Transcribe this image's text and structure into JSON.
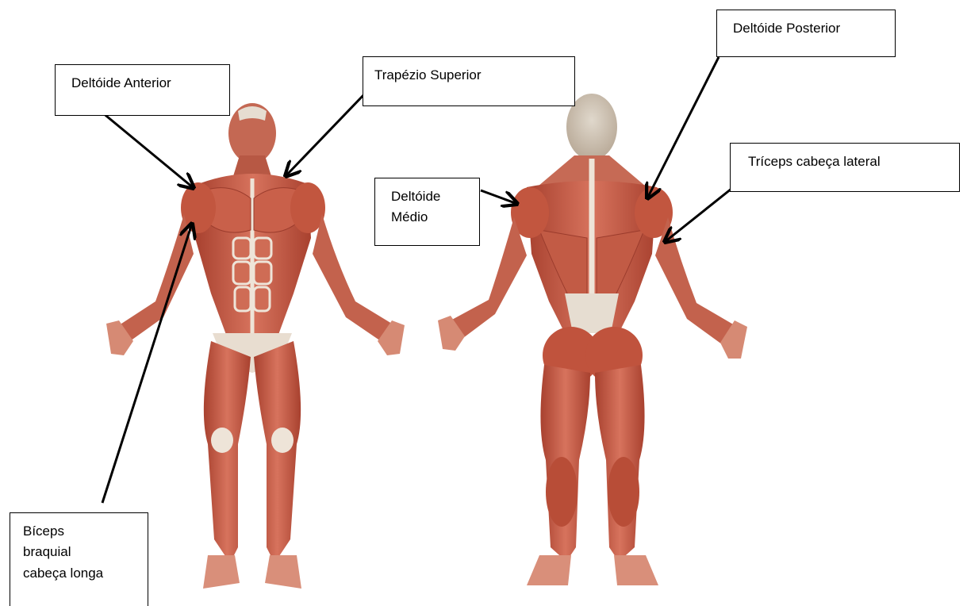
{
  "labels": {
    "deltoide_anterior": "Deltóide Anterior",
    "trapezio_superior": "Trapézio Superior",
    "deltoide_posterior": "Deltóide Posterior",
    "triceps_lateral": "Tríceps cabeça lateral",
    "deltoide_medio_line1": "Deltóide",
    "deltoide_medio_line2": "Médio",
    "biceps_line1": "Bíceps",
    "biceps_line2": "braquial",
    "biceps_line3": "cabeça longa"
  },
  "colors": {
    "muscle": "#c8654f",
    "muscle_dark": "#9a3b2c",
    "muscle_light": "#e08c78",
    "tendon": "#eee4d8",
    "background": "#ffffff",
    "line": "#000000"
  }
}
